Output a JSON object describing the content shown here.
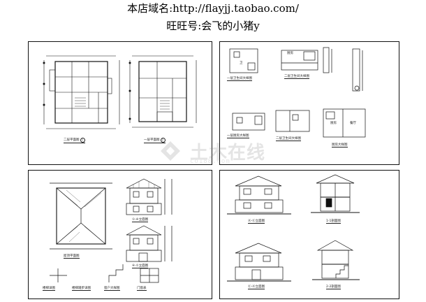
{
  "header": {
    "shop_line": "本店域名:http://flayjj.taobao.com/",
    "wangwang_line": "旺旺号:会飞的小猪y"
  },
  "sheets": {
    "floor_plans": {
      "labels": [
        "二层平面图",
        "一层平面图"
      ],
      "numbers": [
        "1",
        "2"
      ]
    },
    "details": {
      "labels": [
        "一层卫生间大样图",
        "二层卫生间大样图",
        "一层厨房大样图",
        "二层卫生间大样图",
        "厨房大样图"
      ],
      "room_texts": [
        "厨房",
        "卫",
        "厨房",
        "餐厅"
      ]
    },
    "roof_elevations": {
      "labels": [
        "屋顶平面图",
        "①-④立面图",
        "④-①立面图",
        "楼梯详图",
        "楼梯踏步详图",
        "窗户大样图",
        "门窗表"
      ]
    },
    "elevations_sections": {
      "labels": [
        "Ⓐ-Ⓔ立面图",
        "1-1剖面图",
        "Ⓔ-Ⓐ立面图",
        "2-2剖面图"
      ]
    }
  },
  "watermark": {
    "text": "土木在线",
    "subtext": "co188.com"
  }
}
